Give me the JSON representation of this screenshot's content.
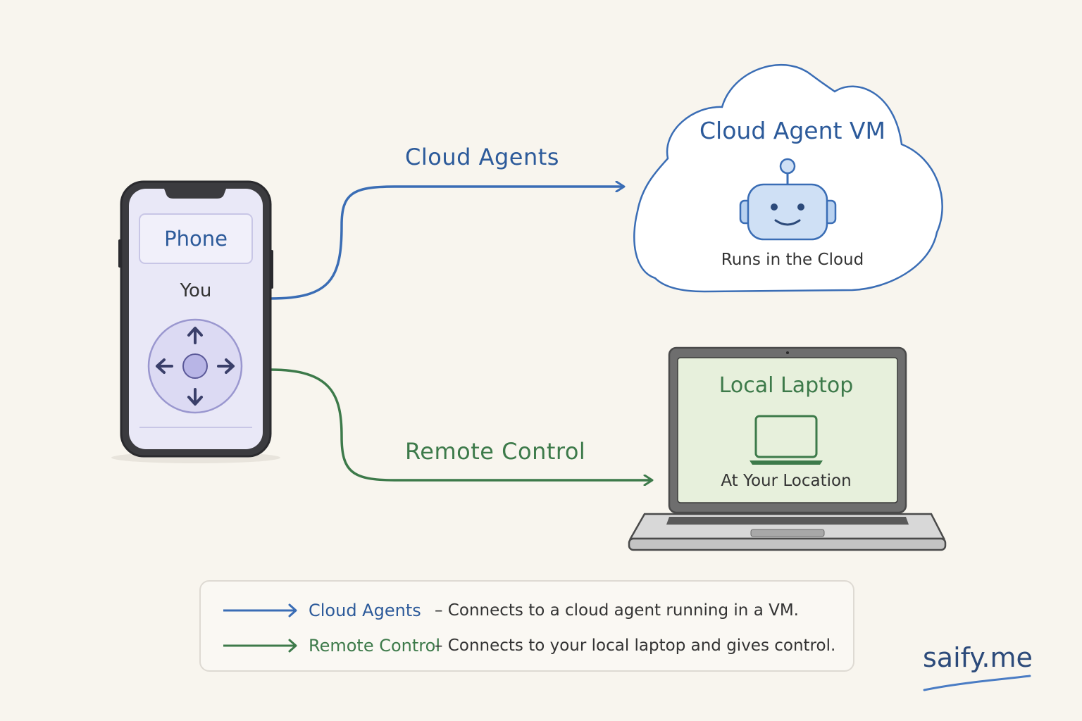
{
  "arrows": {
    "cloud_agents_label": "Cloud Agents",
    "remote_control_label": "Remote Control"
  },
  "phone": {
    "title": "Phone",
    "user_label": "You"
  },
  "cloud": {
    "title": "Cloud Agent VM",
    "subtitle": "Runs in the Cloud"
  },
  "laptop": {
    "title": "Local Laptop",
    "subtitle": "At Your Location"
  },
  "legend": {
    "items": [
      {
        "name": "Cloud Agents",
        "description": "– Connects to a cloud agent running in a VM.",
        "color": "#3a6db5"
      },
      {
        "name": "Remote Control",
        "description": "– Connects to your local laptop and gives control.",
        "color": "#3d7a4a"
      }
    ]
  },
  "brand": "saify.me",
  "colors": {
    "blue": "#3a6db5",
    "green": "#3d7a4a",
    "phone_fill": "#e9e8f7",
    "dpad_fill": "#dcdaf3",
    "cloud_fill": "#ffffff",
    "laptop_screen": "#e7f0dc",
    "background": "#f8f5ee"
  }
}
